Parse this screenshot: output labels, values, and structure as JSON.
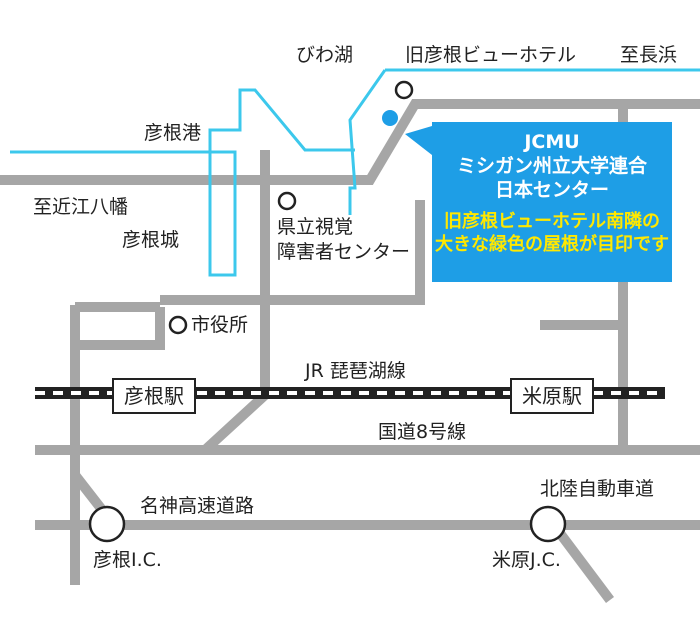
{
  "colors": {
    "road": "#a6a6a6",
    "water": "#3cc8ec",
    "callout_bg": "#1e9ee6",
    "callout_highlight": "#ffe800",
    "rail": "#222222",
    "point": "#1e9ee6"
  },
  "labels": {
    "lake": "びわ湖",
    "former_hotel": "旧彦根ビューホテル",
    "to_nagahama": "至長浜",
    "hikone_port": "彦根港",
    "to_omihachiman": "至近江八幡",
    "hikone_castle": "彦根城",
    "prefectural_center_line1": "県立視覚",
    "prefectural_center_line2": "障害者センター",
    "city_hall": "市役所",
    "jr_line": "JR 琵琶湖線",
    "route8": "国道8号線",
    "meishin": "名神高速道路",
    "hokuriku": "北陸自動車道",
    "hikone_ic": "彦根I.C.",
    "maibara_jc": "米原J.C."
  },
  "stations": {
    "hikone": "彦根駅",
    "maibara": "米原駅"
  },
  "callout": {
    "line1": "JCMU",
    "line2": "ミシガン州立大学連合",
    "line3": "日本センター",
    "note1": "旧彦根ビューホテル南隣の",
    "note2": "大きな緑色の屋根が目印です"
  },
  "icons": {
    "landmark": "circle-outline-icon",
    "jcmu_location": "blue-dot-icon",
    "interchange": "large-circle-icon"
  }
}
